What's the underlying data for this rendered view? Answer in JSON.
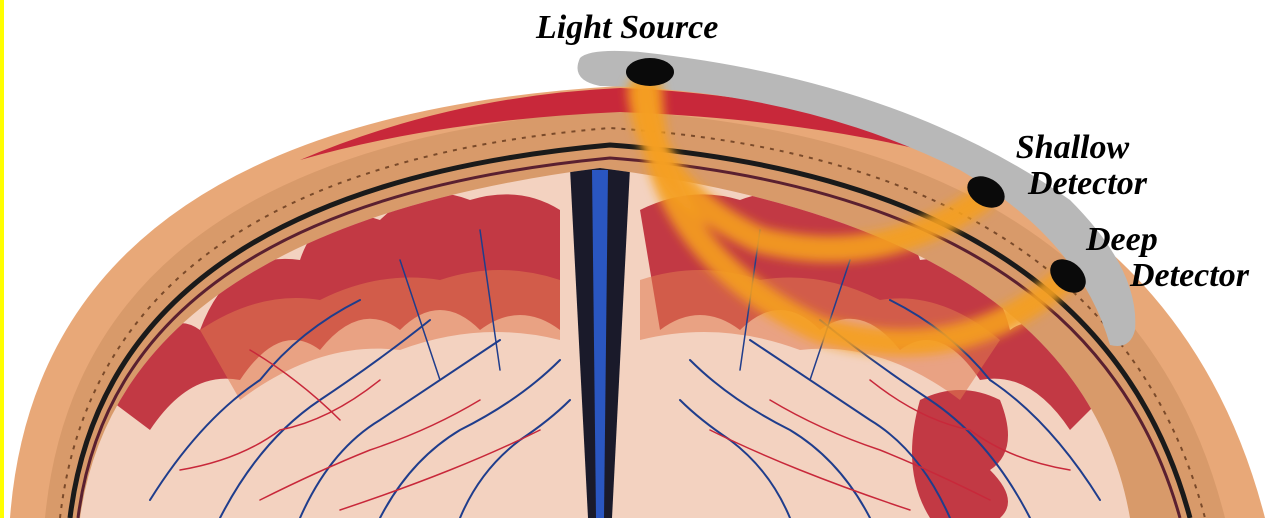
{
  "labels": {
    "light_source": "Light Source",
    "shallow_detector": [
      "Shallow",
      "Detector"
    ],
    "deep_detector": [
      "Deep",
      "Detector"
    ]
  },
  "colors": {
    "edge_bar": "#ffff00",
    "scalp": "#e8a878",
    "skull_red": "#c8283a",
    "brain_pink": "#f3d2c0",
    "gyri_red": "#b81e2e",
    "vein_blue": "#1f3d8c",
    "probe_gray": "#b8b8b8",
    "light_path": "#f5a020"
  }
}
